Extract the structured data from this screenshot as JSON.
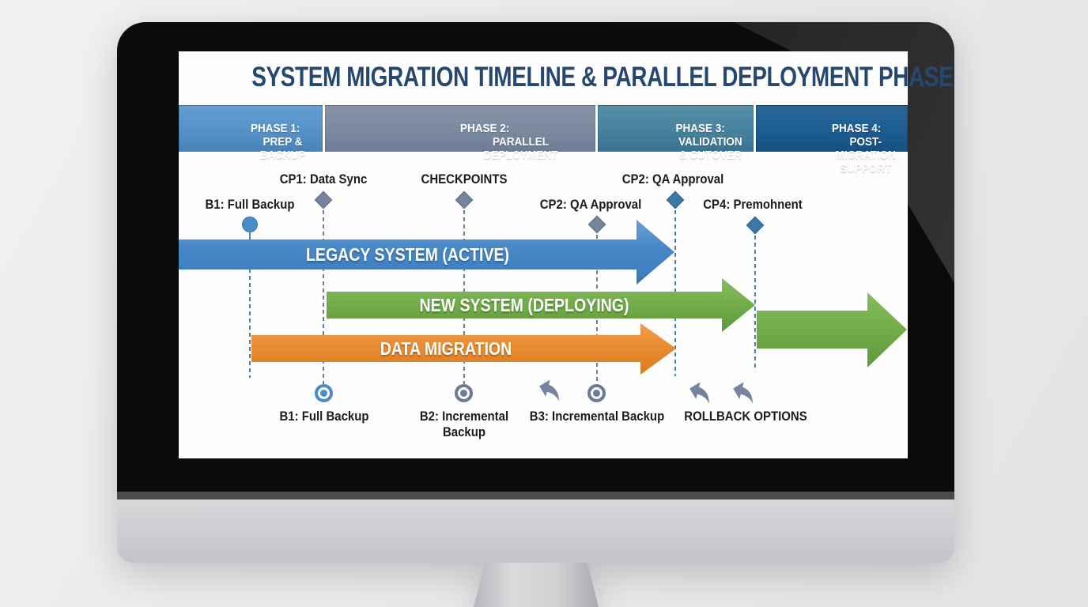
{
  "slide": {
    "title": "SYSTEM MIGRATION TIMELINE & PARALLEL DEPLOYMENT PHASES",
    "title_color": "#26486f",
    "phases": [
      {
        "name": "PHASE 1:",
        "desc": "PREP & BACKUP",
        "color": "#5592c8"
      },
      {
        "name": "PHASE 2:",
        "desc": "PARALLEL DEPLOYMENT",
        "color": "#7b89a0"
      },
      {
        "name": "PHASE 3:",
        "desc": "VALIDATION & CUTOVER",
        "color": "#46829e"
      },
      {
        "name": "PHASE 4:",
        "desc": "POST-MIGRATION SUPPORT",
        "color": "#1d5d92"
      }
    ],
    "milestones": [
      {
        "label": "B1: Full Backup",
        "marker": "circle",
        "color": "#4a8cc8"
      },
      {
        "label": "CP1: Data Sync",
        "marker": "diamond",
        "color": "#75849d"
      },
      {
        "label": "CHECKPOINTS",
        "marker": "diamond",
        "color": "#75849d"
      },
      {
        "label": "CP2: QA Approval",
        "marker": "diamond",
        "color": "#75849d"
      },
      {
        "label": "CP2: QA Approval",
        "marker": "diamond",
        "color": "#3a79a7"
      },
      {
        "label": "CP4: Premohnent",
        "marker": "diamond",
        "color": "#3a79a7"
      }
    ],
    "tracks": [
      {
        "label": "LEGACY SYSTEM (ACTIVE)",
        "color": "#4687c6"
      },
      {
        "label": "NEW SYSTEM (DEPLOYING)",
        "color": "#71ac49"
      },
      {
        "label": "DATA MIGRATION",
        "color": "#e88a2e"
      },
      {
        "label": "",
        "color": "#71ac49"
      }
    ],
    "backups": [
      {
        "label": "B1: Full Backup",
        "color": "#4a8cc8"
      },
      {
        "label": "B2: Incremental Backup",
        "color": "#6b7b94"
      },
      {
        "label": "B3: Incremental Backup",
        "color": "#6b7b94"
      }
    ],
    "rollback": {
      "label": "ROLLBACK OPTIONS"
    }
  }
}
